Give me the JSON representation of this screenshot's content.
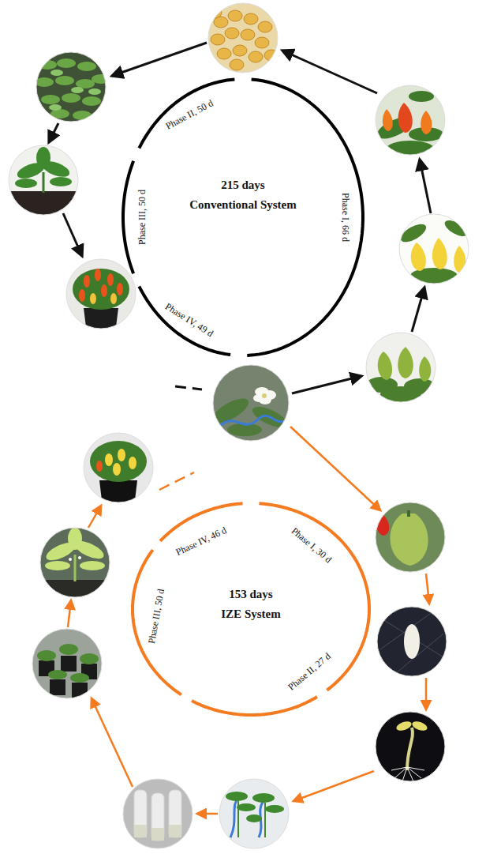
{
  "diagram": {
    "nodes": [
      {
        "text": [
          "215 days",
          "Conventional System"
        ]
      },
      {
        "text": [
          "153 days",
          "IZE System"
        ]
      }
    ],
    "labels": [
      "Phase II, 50 d",
      "Phase III, 50 d",
      "Phase IV, 49 d",
      "Phase I, 66 d",
      "Phase IV, 46 d",
      "Phase I, 30 d",
      "Phase II, 27 d",
      "Phase III, 50 d"
    ]
  }
}
